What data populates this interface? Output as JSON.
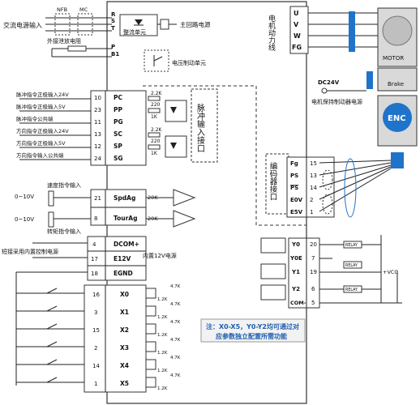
{
  "colors": {
    "accent_blue": "#1f74c9",
    "motor_box": "#d9d9d9",
    "enc_circle": "#1f74c9",
    "note_bg": "#f2f2f2",
    "note_text": "#1f5fb0"
  },
  "power": {
    "ac_input_label": "交流电源输入",
    "nfb_label": "NFB",
    "mc_label": "MC",
    "r_label": "R",
    "s_label": "S",
    "t_label": "T",
    "rectifier_label": "整流单元",
    "main_circuit_label": "主回路电源",
    "external_resistor_label": "外接泄放电阻",
    "p_label": "P",
    "b1_label": "B1",
    "brake_unit_label": "电压制动单元"
  },
  "motor_side": {
    "motor_line_label": "电机动力线",
    "terminals": [
      "U",
      "V",
      "W",
      "FG"
    ],
    "motor_label": "MOTOR",
    "brake_label": "Brake",
    "dc24v_label": "DC24V",
    "brake_power_label": "电机保持制动器电源",
    "enc_label": "ENC"
  },
  "pulse": {
    "section_label": "脉冲输入接口",
    "rows": [
      {
        "desc": "脉冲指令正极输入24V",
        "pin": "10",
        "name": "PC"
      },
      {
        "desc": "脉冲指令正极输入5V",
        "pin": "23",
        "name": "PP"
      },
      {
        "desc": "脉冲指令公共端",
        "pin": "11",
        "name": "PG"
      },
      {
        "desc": "方向指令正极输入24V",
        "pin": "13",
        "name": "SC"
      },
      {
        "desc": "方向指令正极输入5V",
        "pin": "12",
        "name": "SP"
      },
      {
        "desc": "方向指令输入公共端",
        "pin": "24",
        "name": "SG"
      }
    ],
    "r1": "2.2K",
    "r2": "220",
    "r3": "1K"
  },
  "encoder": {
    "section_label": "编码器接口",
    "rows": [
      {
        "name": "Fg",
        "pin": "15"
      },
      {
        "name": "PS",
        "pin": "13"
      },
      {
        "name": "PS",
        "pin": "14",
        "overline": true
      },
      {
        "name": "E0V",
        "pin": "2"
      },
      {
        "name": "E5V",
        "pin": "1"
      }
    ]
  },
  "analog": {
    "speed_label": "速度指令输入",
    "torque_label": "转矩指令输入",
    "range1": "0~10V",
    "range2": "0~10V",
    "rows": [
      {
        "pin": "21",
        "name": "SpdAg",
        "r": "20K"
      },
      {
        "pin": "8",
        "name": "TourAg",
        "r": "20K"
      }
    ]
  },
  "power_io": {
    "short_label": "短接采用内置控制电源",
    "internal_label": "内置12V电源",
    "rows": [
      {
        "pin": "4",
        "name": "DCOM+"
      },
      {
        "pin": "17",
        "name": "E12V"
      },
      {
        "pin": "18",
        "name": "EGND"
      }
    ]
  },
  "digital_inputs": {
    "rows": [
      {
        "pin": "16",
        "name": "X0"
      },
      {
        "pin": "3",
        "name": "X1"
      },
      {
        "pin": "15",
        "name": "X2"
      },
      {
        "pin": "2",
        "name": "X3"
      },
      {
        "pin": "14",
        "name": "X4"
      },
      {
        "pin": "1",
        "name": "X5"
      }
    ],
    "r_top": "4.7K",
    "r_bottom": "1.2K"
  },
  "digital_outputs": {
    "rows": [
      {
        "name": "Y0",
        "pin": "20"
      },
      {
        "name": "Y0E",
        "pin": "7"
      },
      {
        "name": "Y1",
        "pin": "19"
      },
      {
        "name": "Y2",
        "pin": "6"
      },
      {
        "name": "COM-",
        "pin": "5"
      }
    ],
    "relay_label": "RELAY",
    "vcc_label": "+VCC"
  },
  "note": {
    "line1": "注：X0-X5，Y0-Y2均可通过对",
    "line2": "应参数独立配置所需功能"
  }
}
